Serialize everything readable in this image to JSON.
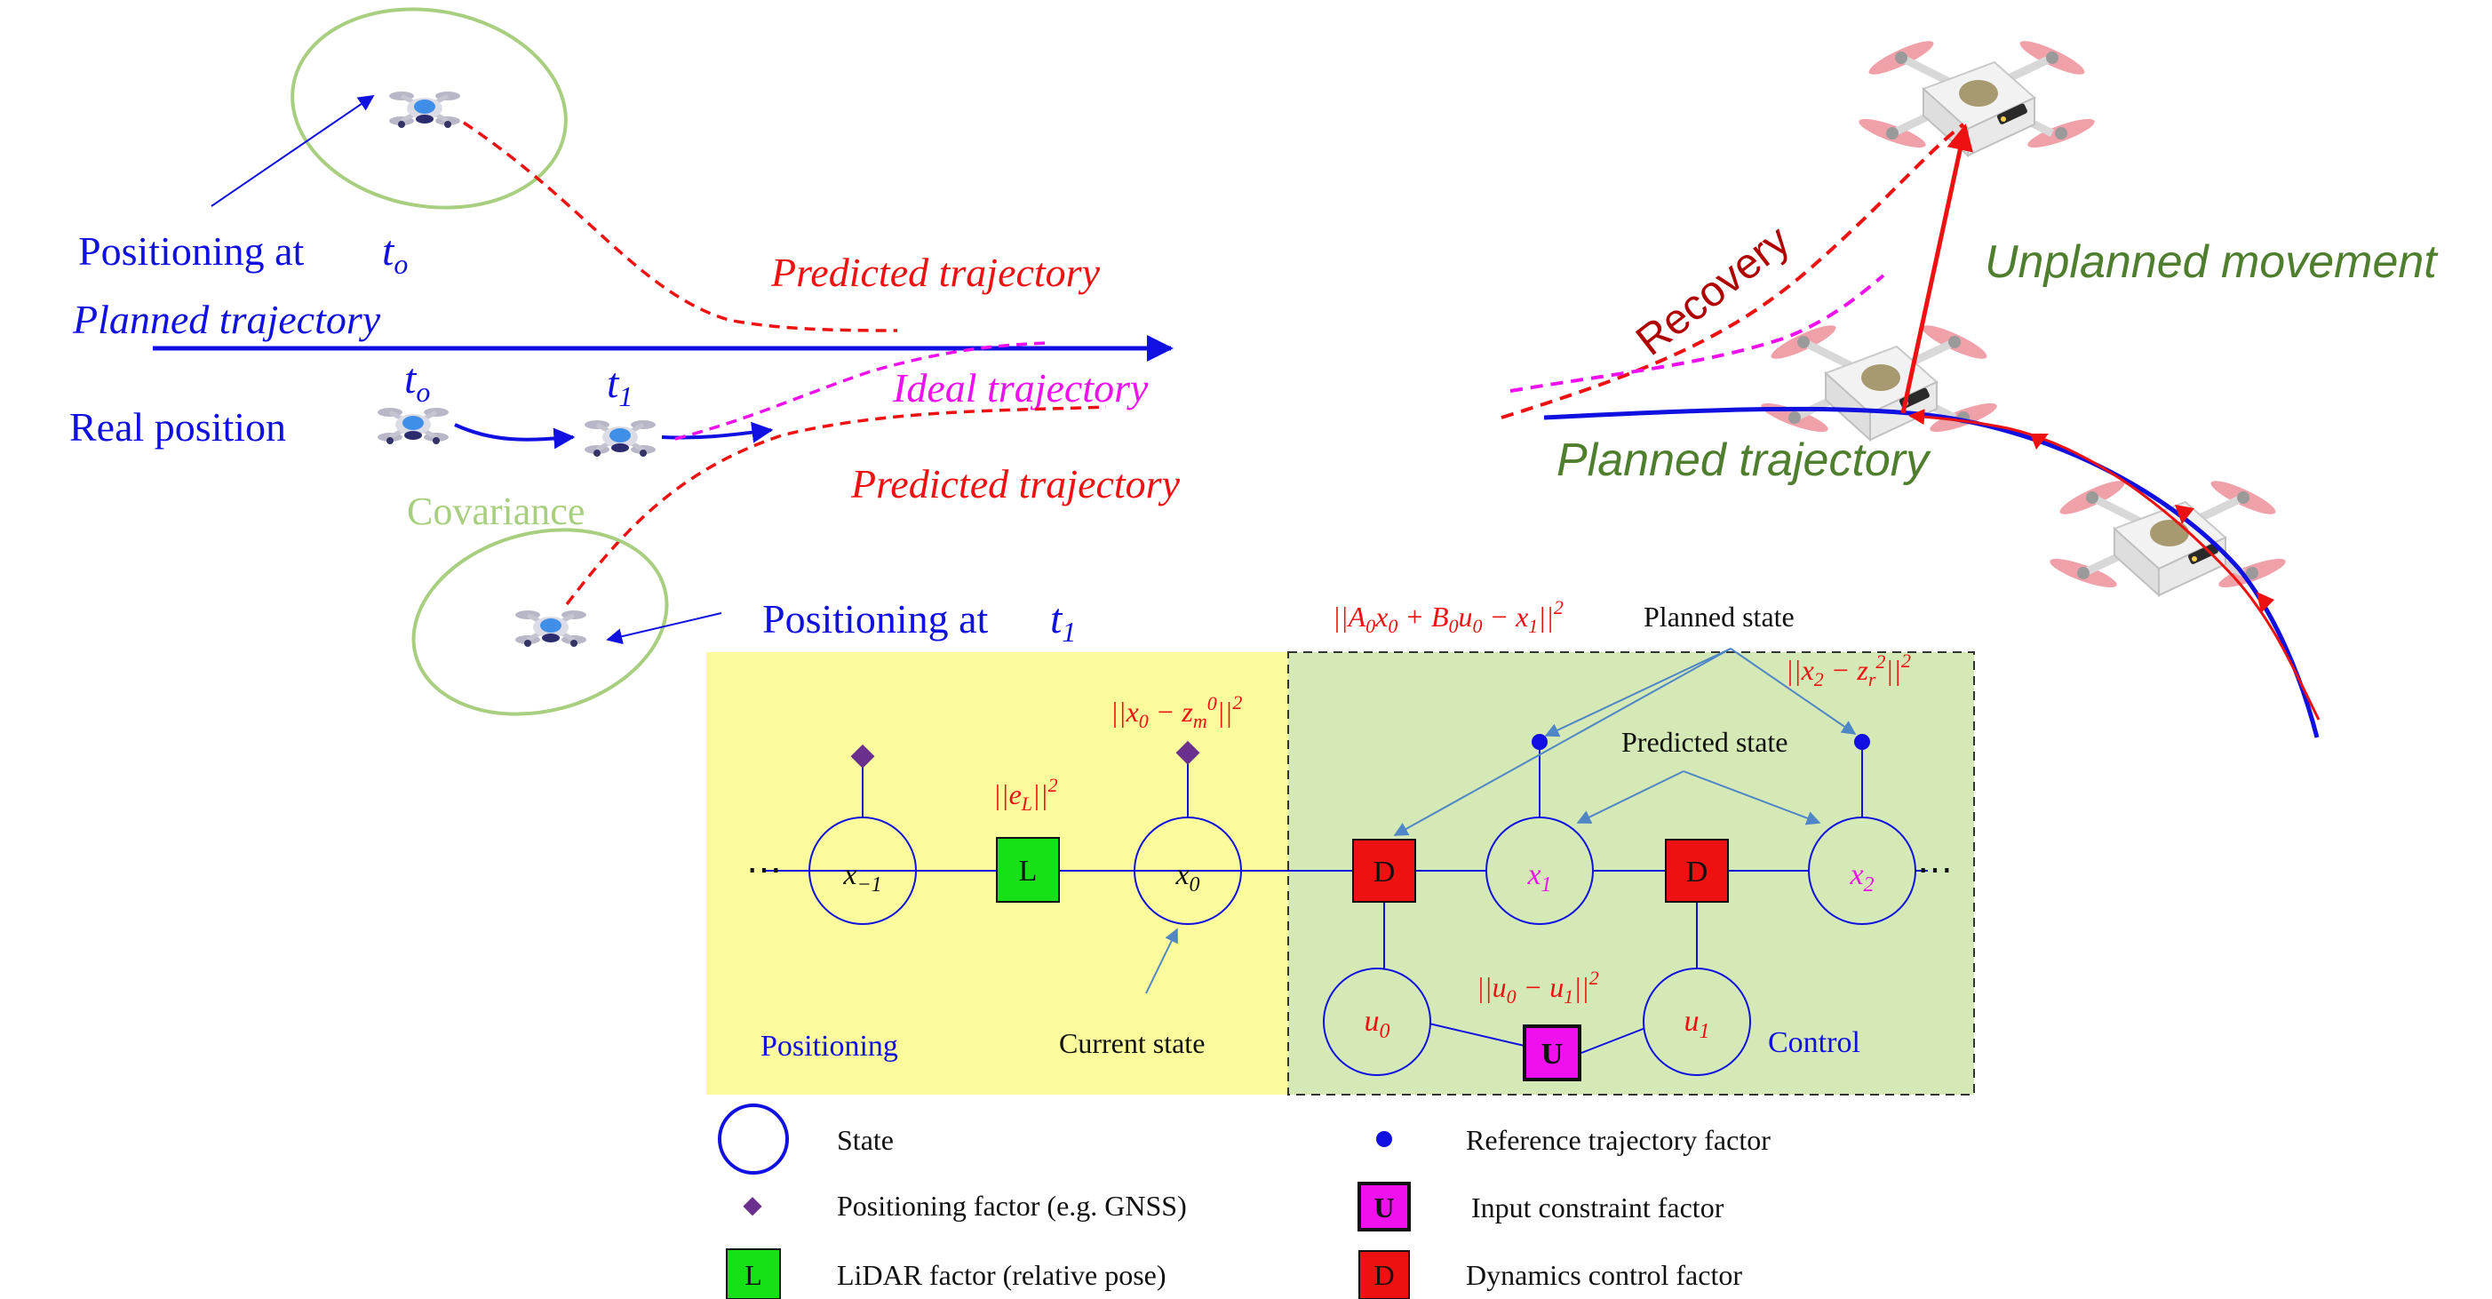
{
  "colors": {
    "blue": "#1010e0",
    "red": "#ee1111",
    "magenta": "#ee11ee",
    "green_text": "#4f7f2e",
    "ellipse": "#a8cf7f",
    "yellow_panel": "#fbfa9c",
    "green_panel": "#d5e9b6",
    "dark_red": "#b00000",
    "lidar_green": "#16e016",
    "dyn_red": "#ee1111",
    "input_magenta": "#ee11ee",
    "pos_purple": "#6b2f8e"
  },
  "left_scene": {
    "positioning_t0": "Positioning at",
    "planned_trajectory": "Planned trajectory",
    "real_position": "Real position",
    "predicted_trajectory_top": "Predicted  trajectory",
    "predicted_trajectory_bottom": "Predicted  trajectory",
    "ideal_trajectory": "Ideal trajectory",
    "covariance": "Covariance",
    "positioning_t1": "Positioning at"
  },
  "right_scene": {
    "recovery": "Recovery",
    "unplanned_movement": "Unplanned movement",
    "planned_trajectory": "Planned trajectory"
  },
  "factor_graph": {
    "panel_positioning_label": "Positioning",
    "panel_control_label": "Control",
    "current_state": "Current state",
    "planned_state": "Planned state",
    "predicted_state": "Predicted state",
    "ellipsis": "⋯",
    "lidar_letter": "L",
    "dynamics_letter": "D",
    "input_letter": "U"
  },
  "legend": {
    "state": "State",
    "positioning_factor": "Positioning factor (e.g. GNSS)",
    "lidar_factor": "LiDAR factor (relative pose)",
    "reference_factor": "Reference trajectory factor",
    "input_factor": "Input constraint factor",
    "dynamics_factor": "Dynamics control factor"
  }
}
